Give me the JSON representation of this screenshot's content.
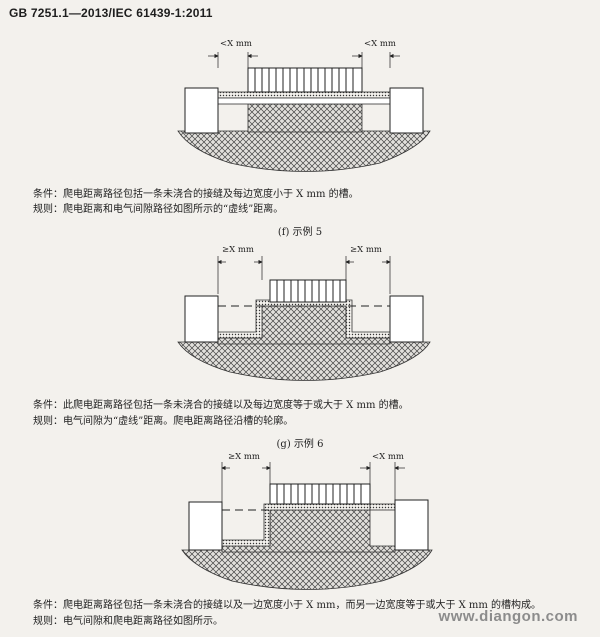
{
  "header": {
    "standard_id": "GB 7251.1—2013/IEC 61439-1:2011"
  },
  "figures": [
    {
      "dim_left": "<X mm",
      "dim_right": "<X mm",
      "condition": "条件：爬电距离路径包括一条未浇合的接缝及每边宽度小于 X mm 的槽。",
      "rule": "规则：爬电距离和电气间隙路径如图所示的“虚线”距离。",
      "caption": "(f)   示例 5"
    },
    {
      "dim_left": "≥X mm",
      "dim_right": "≥X mm",
      "condition": "条件：此爬电距离路径包括一条未浇合的接缝以及每边宽度等于或大于 X mm 的槽。",
      "rule": "规则：电气间隙为“虚线”距离。爬电距离路径沿槽的轮廓。",
      "caption": "(g)   示例 6"
    },
    {
      "dim_left": "≥X mm",
      "dim_right": "<X mm",
      "condition": "条件：爬电距离路径包括一条未浇合的接缝以及一边宽度小于 X mm，而另一边宽度等于或大于 X mm 的槽构成。",
      "rule": "规则：电气间隙和爬电距离路径如图所示。",
      "caption": ""
    }
  ],
  "watermark": "www.diangon.com",
  "colors": {
    "background": "#f3f1ed",
    "ink": "#1e1e1e",
    "watermark": "#8c8c8c"
  }
}
